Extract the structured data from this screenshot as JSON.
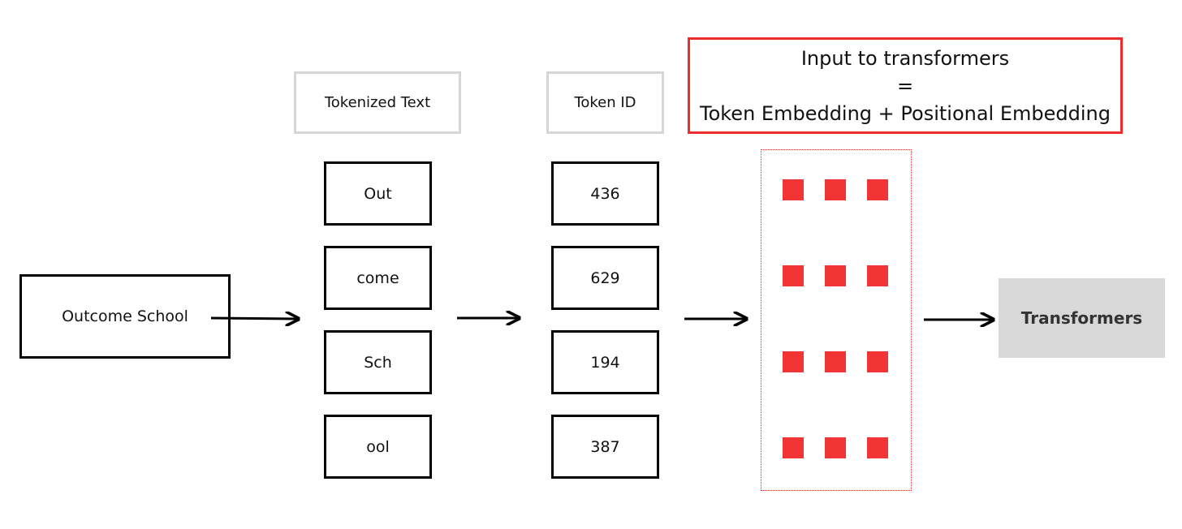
{
  "input": {
    "label": "Outcome School"
  },
  "headers": {
    "tokenized_text": "Tokenized Text",
    "token_id": "Token ID"
  },
  "tokens": [
    {
      "text": "Out",
      "id": "436"
    },
    {
      "text": "come",
      "id": "629"
    },
    {
      "text": "Sch",
      "id": "194"
    },
    {
      "text": "ool",
      "id": "387"
    }
  ],
  "embedding_title": {
    "line1": "Input to transformers",
    "line2": "=",
    "line3": "Token Embedding + Positional Embedding"
  },
  "embedding": {
    "rows": 4,
    "cols": 3
  },
  "output": {
    "label": "Transformers"
  },
  "colors": {
    "accent_red": "#ee2c2c",
    "cell_red": "#f23434",
    "header_border": "#d6d6d6",
    "output_fill": "#d8d8d8"
  }
}
